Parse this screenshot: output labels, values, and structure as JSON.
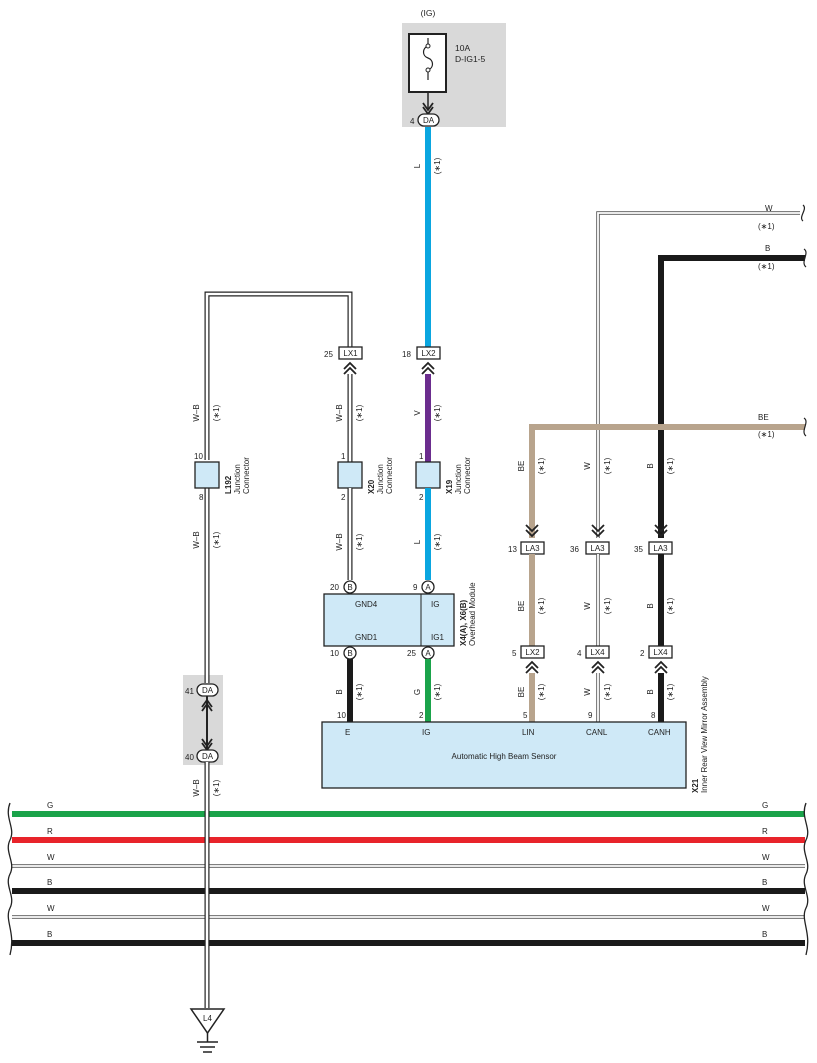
{
  "fuse": {
    "power_label": "(IG)",
    "rating": "10A",
    "name": "D-IG1-5",
    "pin": "4",
    "connector": "DA"
  },
  "wire_codes": {
    "L": "L",
    "V": "V",
    "W_B": "W–B",
    "BE": "BE",
    "W": "W",
    "B": "B",
    "G": "G",
    "R": "R",
    "note": "(∗1)"
  },
  "connectors": {
    "lx1": {
      "pin": "25",
      "name": "LX1"
    },
    "lx2_top": {
      "pin": "18",
      "name": "LX2"
    },
    "la3_1": {
      "pin": "13",
      "name": "LA3"
    },
    "la3_2": {
      "pin": "36",
      "name": "LA3"
    },
    "la3_3": {
      "pin": "35",
      "name": "LA3"
    },
    "lx2_bot": {
      "pin": "5",
      "name": "LX2"
    },
    "lx4_1": {
      "pin": "4",
      "name": "LX4"
    },
    "lx4_2": {
      "pin": "2",
      "name": "LX4"
    },
    "da41": {
      "pin": "41",
      "name": "DA"
    },
    "da40": {
      "pin": "40",
      "name": "DA"
    }
  },
  "junctions": {
    "l192": {
      "id": "L192",
      "desc1": "Junction",
      "desc2": "Connector",
      "pin_top": "10",
      "pin_bot": "8"
    },
    "x20": {
      "id": "X20",
      "desc1": "Junction",
      "desc2": "Connector",
      "pin_top": "1",
      "pin_bot": "2"
    },
    "x19": {
      "id": "X19",
      "desc1": "Junction",
      "desc2": "Connector",
      "pin_top": "1",
      "pin_bot": "2"
    }
  },
  "overhead_module": {
    "id": "X4(A), X6(B)",
    "name": "Overhead Module",
    "pin_gnd4": "20",
    "pin_ig": "9",
    "pin_gnd1": "10",
    "pin_ig1": "25",
    "conn_b": "B",
    "conn_a": "A",
    "label_gnd4": "GND4",
    "label_ig": "IG",
    "label_gnd1": "GND1",
    "label_ig1": "IG1"
  },
  "sensor": {
    "id": "X21",
    "assembly": "Inner Rear View Mirror Assembly",
    "name": "Automatic High Beam Sensor",
    "pins": [
      {
        "num": "10",
        "label": "E"
      },
      {
        "num": "2",
        "label": "IG"
      },
      {
        "num": "5",
        "label": "LIN"
      },
      {
        "num": "9",
        "label": "CANL"
      },
      {
        "num": "8",
        "label": "CANH"
      }
    ]
  },
  "bus_lines": [
    {
      "code": "G",
      "color": "#1aa34a"
    },
    {
      "code": "R",
      "color": "#e8232a"
    },
    {
      "code": "W",
      "color": "#ffffff"
    },
    {
      "code": "B",
      "color": "#1a1a1a"
    },
    {
      "code": "W",
      "color": "#ffffff"
    },
    {
      "code": "B",
      "color": "#1a1a1a"
    }
  ],
  "ground": {
    "label": "L4"
  },
  "colors": {
    "blue": "#0aa6e0",
    "purple": "#6b2d8e",
    "green": "#1aa34a",
    "red": "#e8232a",
    "black": "#1a1a1a",
    "tan": "#b8a48d",
    "box_fill": "#cfe9f7",
    "shade": "#d9d9d9"
  }
}
